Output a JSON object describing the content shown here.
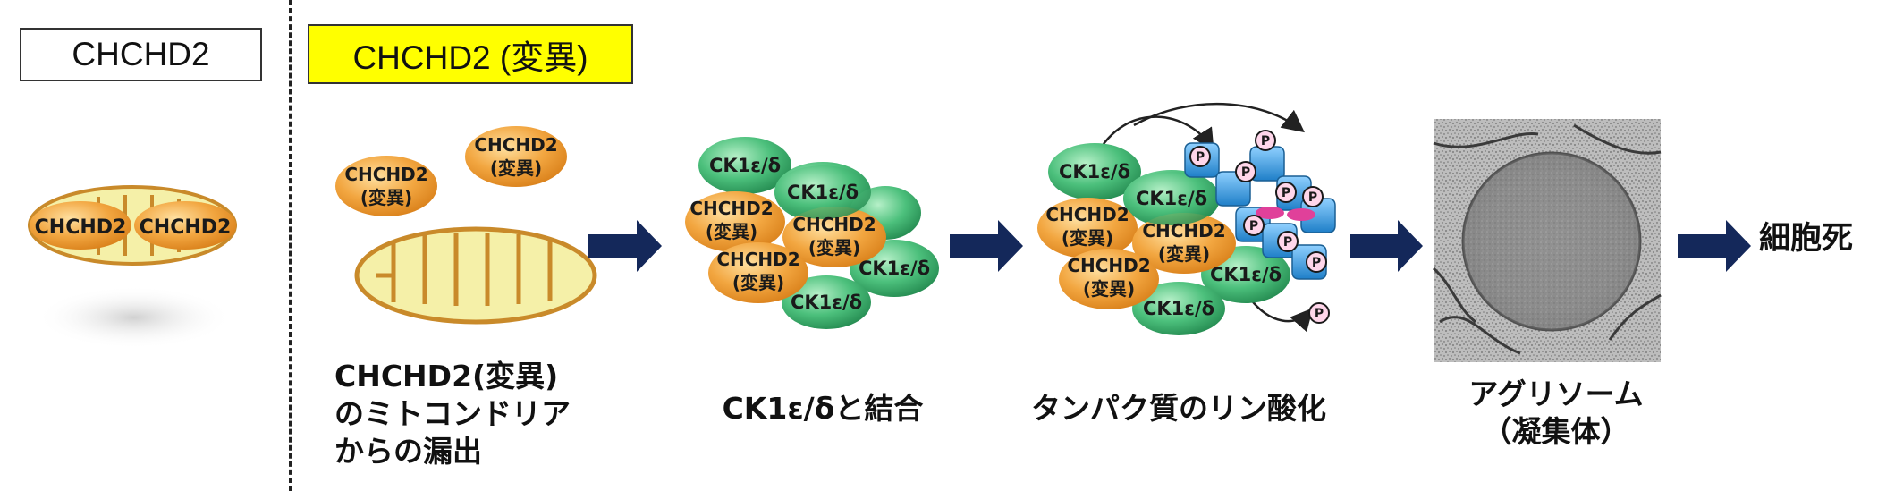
{
  "labels": {
    "normal": "CHCHD2",
    "mutant": "CHCHD2 (変異)"
  },
  "protein": {
    "chchd2": "CHCHD2",
    "chchd2_mut_line1": "CHCHD2",
    "chchd2_mut_line2": "(変異)",
    "ck1": "CK1ε/δ",
    "phospho": "P"
  },
  "steps": [
    {
      "caption": "CHCHD2(変異)\nのミトコンドリア\nからの漏出"
    },
    {
      "caption": "CK1ε/δと結合"
    },
    {
      "caption": "タンパク質のリン酸化"
    },
    {
      "caption": "アグリソーム\n（凝集体）"
    },
    {
      "caption": "細胞死"
    }
  ],
  "colors": {
    "orange": "#f0a030",
    "green": "#3cb371",
    "arrow": "#14285a",
    "blue": "#2a8fd6",
    "pink": "#e0409a",
    "highlight": "#ffff00"
  }
}
